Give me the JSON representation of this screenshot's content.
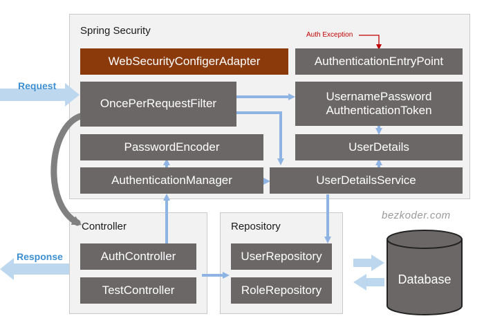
{
  "spring_security": {
    "title": "Spring Security",
    "auth_exception_note": "Auth Exception",
    "boxes": {
      "web_security_configurer_adapter": "WebSecurityConfigerAdapter",
      "authentication_entry_point": "AuthenticationEntryPoint",
      "once_per_request_filter": "OncePerRequestFilter",
      "username_password_authentication_token": "UsernamePassword\nAuthenticationToken",
      "password_encoder": "PasswordEncoder",
      "user_details": "UserDetails",
      "authentication_manager": "AuthenticationManager",
      "user_details_service": "UserDetailsService"
    }
  },
  "controller": {
    "title": "Controller",
    "boxes": {
      "auth_controller": "AuthController",
      "test_controller": "TestController"
    }
  },
  "repository": {
    "title": "Repository",
    "boxes": {
      "user_repository": "UserRepository",
      "role_repository": "RoleRepository"
    }
  },
  "database": {
    "label": "Database"
  },
  "flows": {
    "request": "Request",
    "response": "Response"
  },
  "watermark": "bezkoder.com",
  "colors": {
    "box": "#6b6767",
    "accent_box": "#8b3a0c",
    "panel": "#f2f2f2",
    "arrow": "#8eb4e3",
    "request_arrow": "#bdd7ee",
    "exception": "#c00000",
    "curve": "#808080"
  }
}
